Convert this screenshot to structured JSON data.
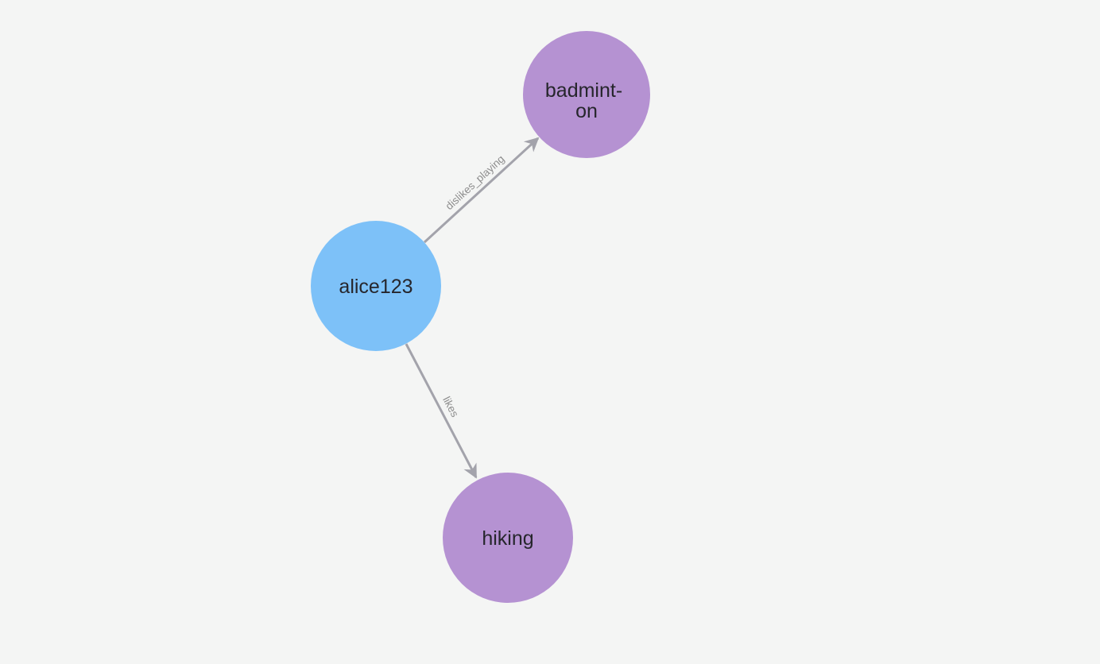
{
  "canvas": {
    "background_color": "#f4f5f4"
  },
  "graph": {
    "nodes": [
      {
        "id": "alice123",
        "label": "alice123",
        "lines": [
          "alice123"
        ],
        "color": "#7dc1f8",
        "role": "user"
      },
      {
        "id": "badminton",
        "label": "badminton",
        "lines": [
          "badmint-",
          "on"
        ],
        "color": "#b592d2",
        "role": "activity"
      },
      {
        "id": "hiking",
        "label": "hiking",
        "lines": [
          "hiking"
        ],
        "color": "#b592d2",
        "role": "activity"
      }
    ],
    "edges": [
      {
        "from": "alice123",
        "to": "badminton",
        "label": "dislikes_playing"
      },
      {
        "from": "alice123",
        "to": "hiking",
        "label": "likes"
      }
    ],
    "colors": {
      "node_user": "#7dc1f8",
      "node_activity": "#b592d2",
      "edge": "#a3a3ab",
      "edge_label": "#8d8d8d",
      "node_label": "#26262c"
    }
  }
}
